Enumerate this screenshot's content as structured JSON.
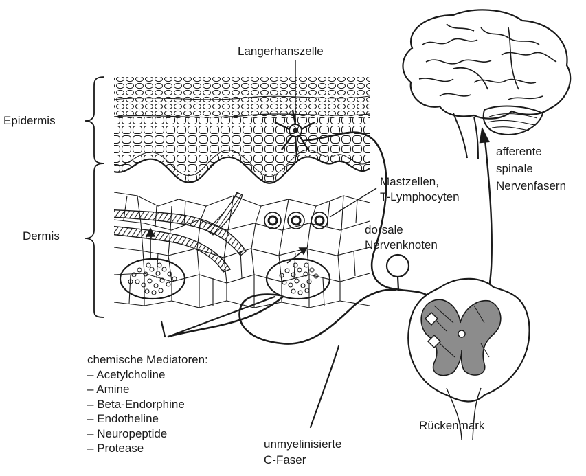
{
  "labels": {
    "langerhans": "Langerhanszelle",
    "epidermis": "Epidermis",
    "dermis": "Dermis",
    "mast_line1": "Mastzellen,",
    "mast_line2": "T-Lymphocyten",
    "afferent_line1": "afferente",
    "afferent_line2": "spinale",
    "afferent_line3": "Nervenfasern",
    "dorsal_line1": "dorsale",
    "dorsal_line2": "Nervenknoten",
    "fiber_line1": "unmyelinisierte",
    "fiber_line2": "C-Faser",
    "spinal_cord": "Rückenmark"
  },
  "mediators": {
    "heading": "chemische Mediatoren:",
    "items": [
      "Acetylcholine",
      "Amine",
      "Beta-Endorphine",
      "Endotheline",
      "Neuropeptide",
      "Protease"
    ]
  },
  "colors": {
    "ink": "#1a1a1a",
    "background": "#ffffff",
    "spinal_gray": "#8c8c8c"
  }
}
